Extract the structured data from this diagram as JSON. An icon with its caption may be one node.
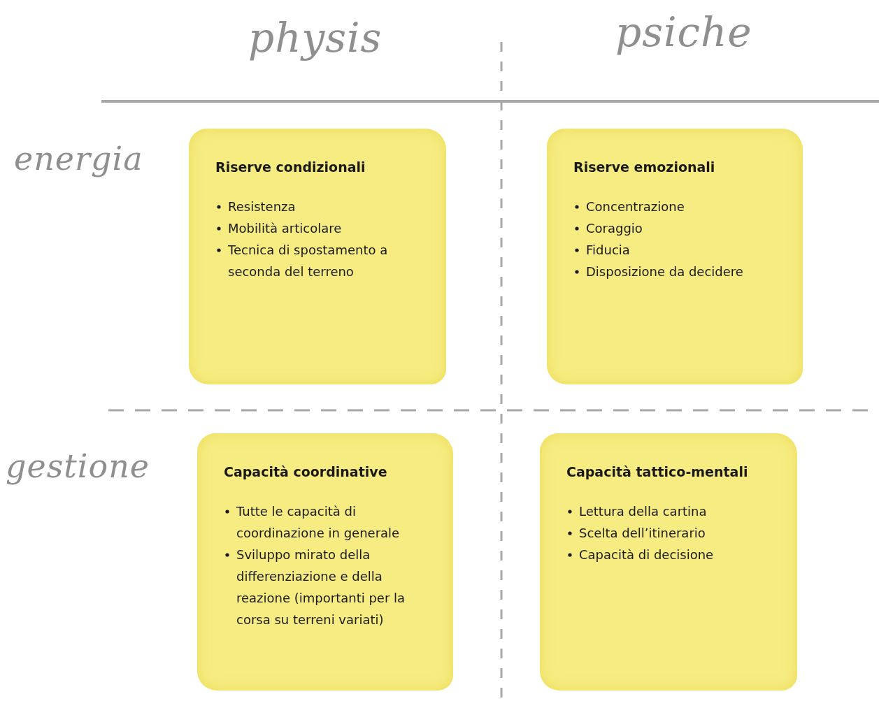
{
  "diagram": {
    "nodes": [
      {
        "text": [
          "Riserve condizionali",
          "Resistenza",
          "Mobilità articolare",
          "Tecnica di spostamento a seconda del terreno"
        ]
      },
      {
        "text": [
          "Riserve emozionali",
          "Concentrazione",
          "Coraggio",
          "Fiducia",
          "Disposizione da decidere"
        ]
      },
      {
        "text": [
          "Capacità coordinative",
          "Tutte le capacità di coordinazione in generale",
          "Sviluppo mirato della differenziazione e della reazione (importanti per la corsa su terreni variati)"
        ]
      },
      {
        "text": [
          "Capacità tattico-mentali",
          "Lettura della cartina",
          "Scelta dell’itinerario",
          "Capacità di decisione"
        ]
      }
    ],
    "labels": [
      "physis",
      "psiche",
      "energia",
      "gestione"
    ]
  }
}
